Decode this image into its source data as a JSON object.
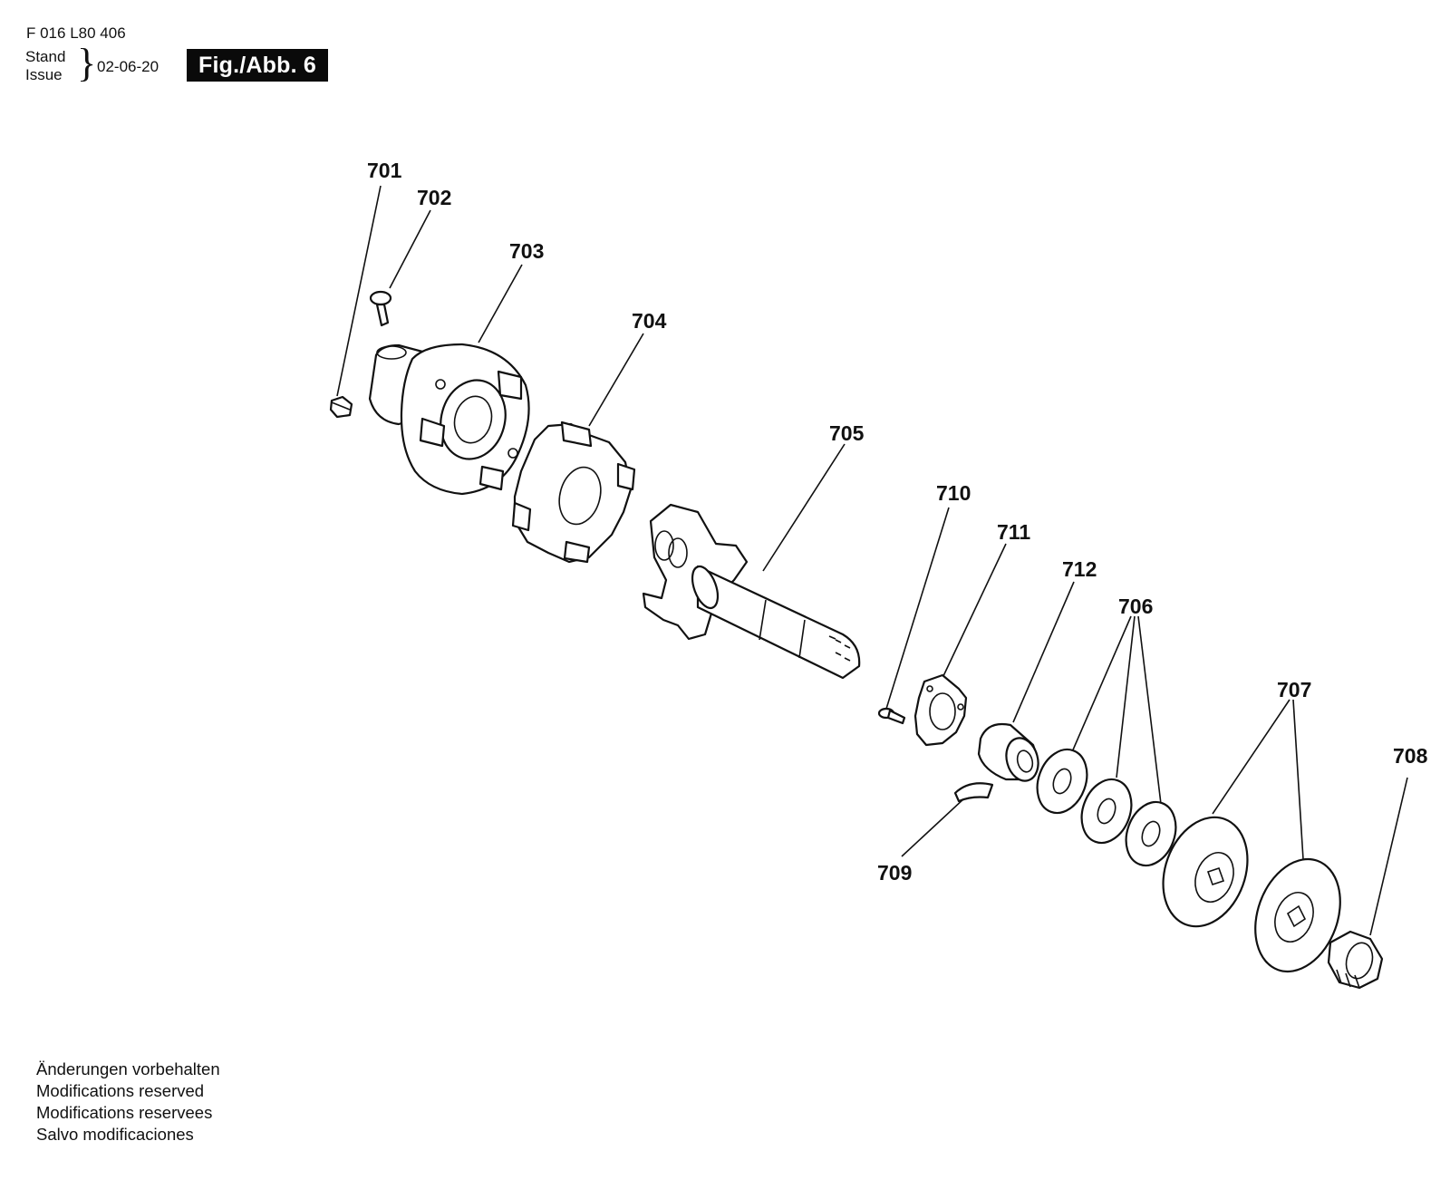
{
  "header": {
    "document_code": "F 016 L80 406",
    "stand_label": "Stand",
    "issue_label": "Issue",
    "date": "02-06-20",
    "figure_label": "Fig./Abb. 6"
  },
  "callouts": [
    {
      "id": "701",
      "label": "701"
    },
    {
      "id": "702",
      "label": "702"
    },
    {
      "id": "703",
      "label": "703"
    },
    {
      "id": "704",
      "label": "704"
    },
    {
      "id": "705",
      "label": "705"
    },
    {
      "id": "706",
      "label": "706"
    },
    {
      "id": "707",
      "label": "707"
    },
    {
      "id": "708",
      "label": "708"
    },
    {
      "id": "709",
      "label": "709"
    },
    {
      "id": "710",
      "label": "710"
    },
    {
      "id": "711",
      "label": "711"
    },
    {
      "id": "712",
      "label": "712"
    }
  ],
  "notes": {
    "de": "Änderungen vorbehalten",
    "en": "Modifications reserved",
    "fr": "Modifications reservees",
    "es": "Salvo modificaciones"
  }
}
